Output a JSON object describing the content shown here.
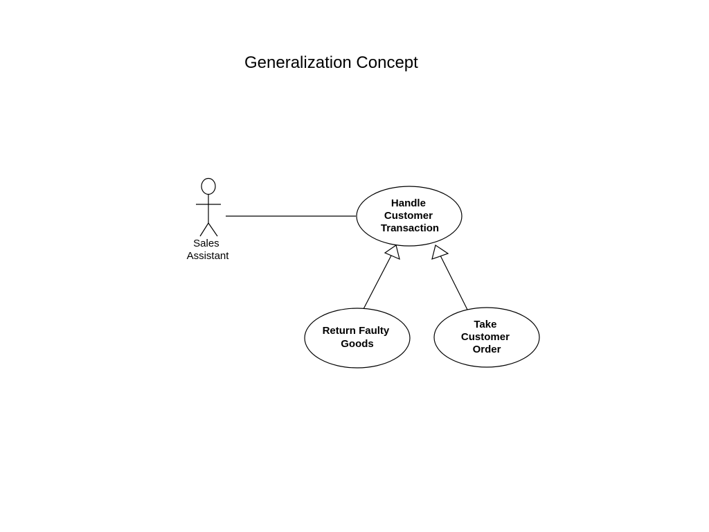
{
  "title": "Generalization Concept",
  "actor": {
    "label_lines": [
      "Sales",
      "Assistant"
    ]
  },
  "use_cases": {
    "handle": {
      "label_lines": [
        "Handle",
        "Customer",
        "Transaction"
      ]
    },
    "return_goods": {
      "label_lines": [
        "Return Faulty",
        "Goods"
      ]
    },
    "take_order": {
      "label_lines": [
        "Take",
        "Customer",
        "Order"
      ]
    }
  }
}
